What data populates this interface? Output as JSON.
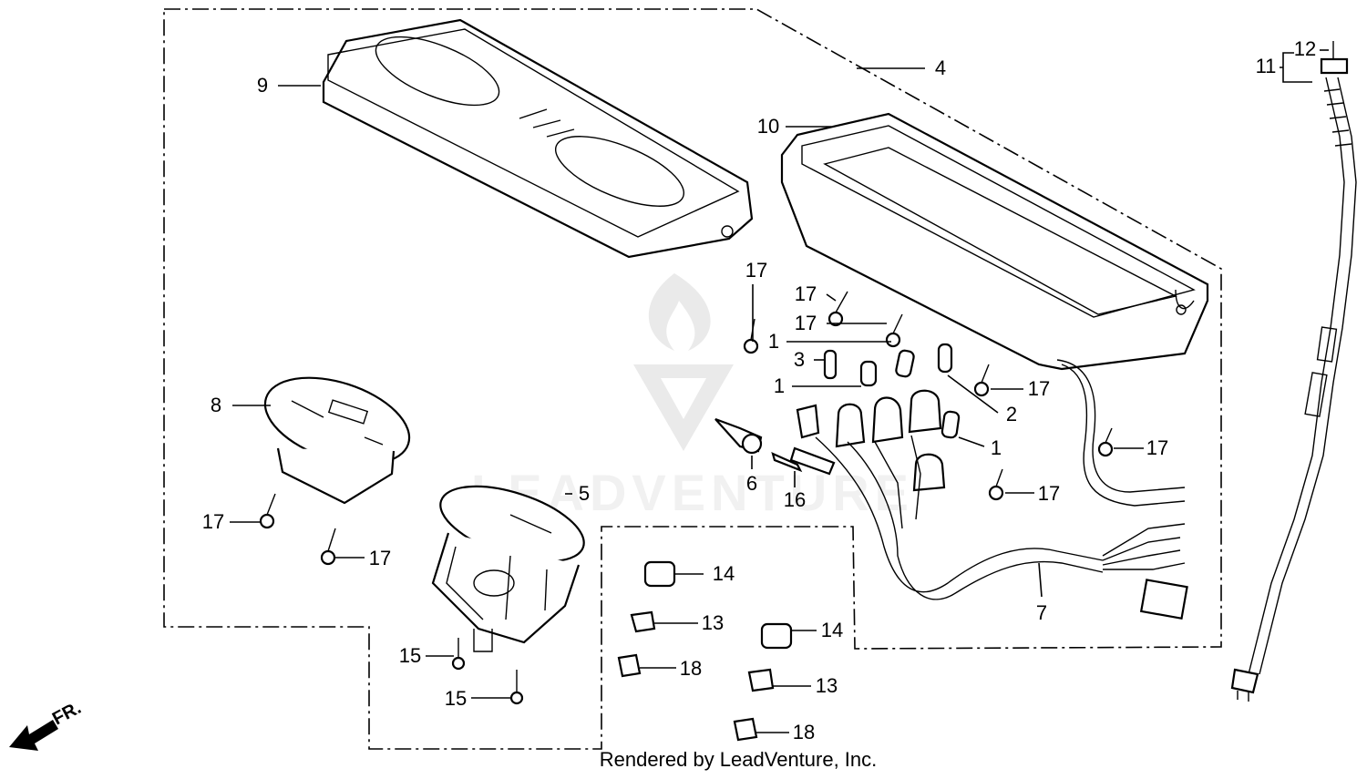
{
  "diagram": {
    "callouts": [
      "1",
      "1",
      "1",
      "2",
      "3",
      "4",
      "5",
      "6",
      "7",
      "8",
      "9",
      "10",
      "11",
      "12",
      "13",
      "13",
      "14",
      "14",
      "15",
      "15",
      "16",
      "17",
      "17",
      "17",
      "17",
      "17",
      "17",
      "17",
      "17",
      "18",
      "18"
    ],
    "front_indicator": "FR.",
    "credit": "Rendered by LeadVenture, Inc.",
    "watermark": "LEADVENTURE"
  }
}
